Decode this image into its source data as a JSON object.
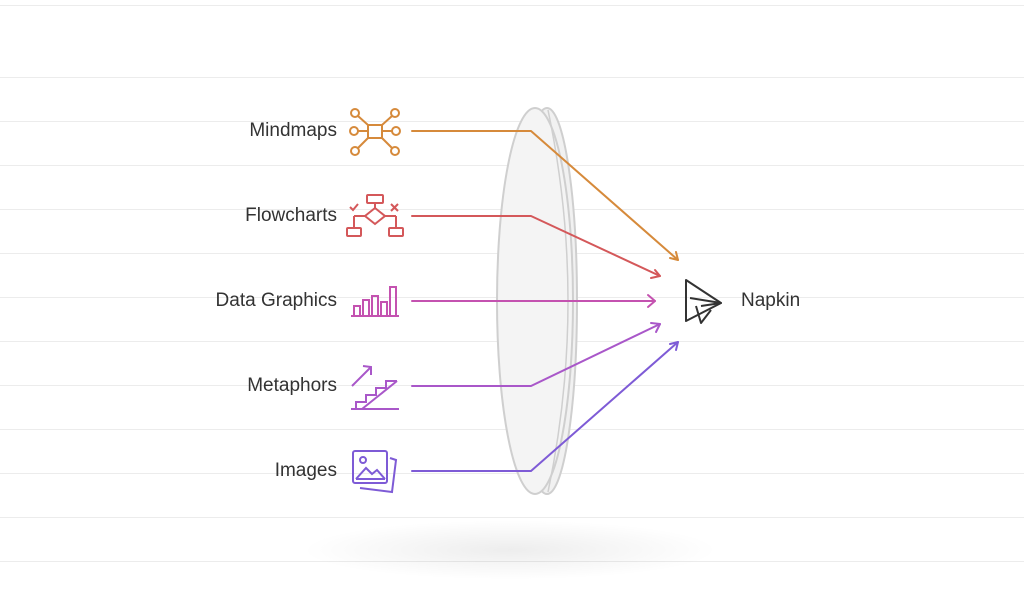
{
  "diagram": {
    "target": {
      "label": "Napkin",
      "icon": "paper-airplane-icon",
      "color": "#333333"
    },
    "inputs": [
      {
        "label": "Mindmaps",
        "icon": "mindmap-icon",
        "color": "#D68A3B"
      },
      {
        "label": "Flowcharts",
        "icon": "flowchart-icon",
        "color": "#D4585A"
      },
      {
        "label": "Data Graphics",
        "icon": "bar-chart-icon",
        "color": "#C452B0"
      },
      {
        "label": "Metaphors",
        "icon": "stairs-arrow-icon",
        "color": "#A957C9"
      },
      {
        "label": "Images",
        "icon": "image-gallery-icon",
        "color": "#7E5BD6"
      }
    ],
    "lens": {
      "icon": "lens-icon",
      "color": "#d9d9d9"
    }
  }
}
